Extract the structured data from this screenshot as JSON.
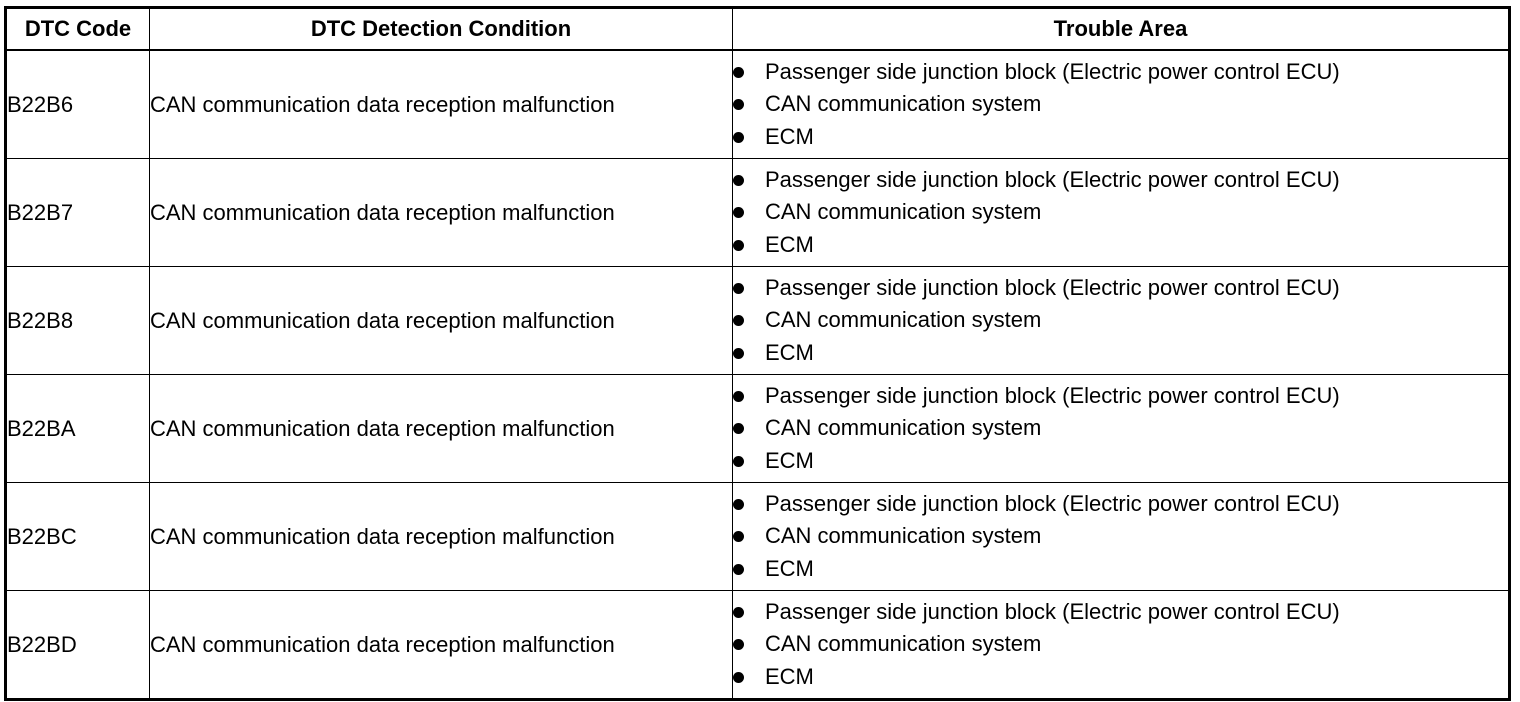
{
  "table": {
    "headers": {
      "code": "DTC Code",
      "condition": "DTC Detection Condition",
      "area": "Trouble Area"
    },
    "rows": [
      {
        "code": "B22B6",
        "condition": "CAN communication data reception malfunction",
        "areas": [
          "Passenger side junction block (Electric power control ECU)",
          "CAN communication system",
          "ECM"
        ]
      },
      {
        "code": "B22B7",
        "condition": "CAN communication data reception malfunction",
        "areas": [
          "Passenger side junction block (Electric power control ECU)",
          "CAN communication system",
          "ECM"
        ]
      },
      {
        "code": "B22B8",
        "condition": "CAN communication data reception malfunction",
        "areas": [
          "Passenger side junction block (Electric power control ECU)",
          "CAN communication system",
          "ECM"
        ]
      },
      {
        "code": "B22BA",
        "condition": "CAN communication data reception malfunction",
        "areas": [
          "Passenger side junction block (Electric power control ECU)",
          "CAN communication system",
          "ECM"
        ]
      },
      {
        "code": "B22BC",
        "condition": "CAN communication data reception malfunction",
        "areas": [
          "Passenger side junction block (Electric power control ECU)",
          "CAN communication system",
          "ECM"
        ]
      },
      {
        "code": "B22BD",
        "condition": "CAN communication data reception malfunction",
        "areas": [
          "Passenger side junction block (Electric power control ECU)",
          "CAN communication system",
          "ECM"
        ]
      }
    ]
  }
}
